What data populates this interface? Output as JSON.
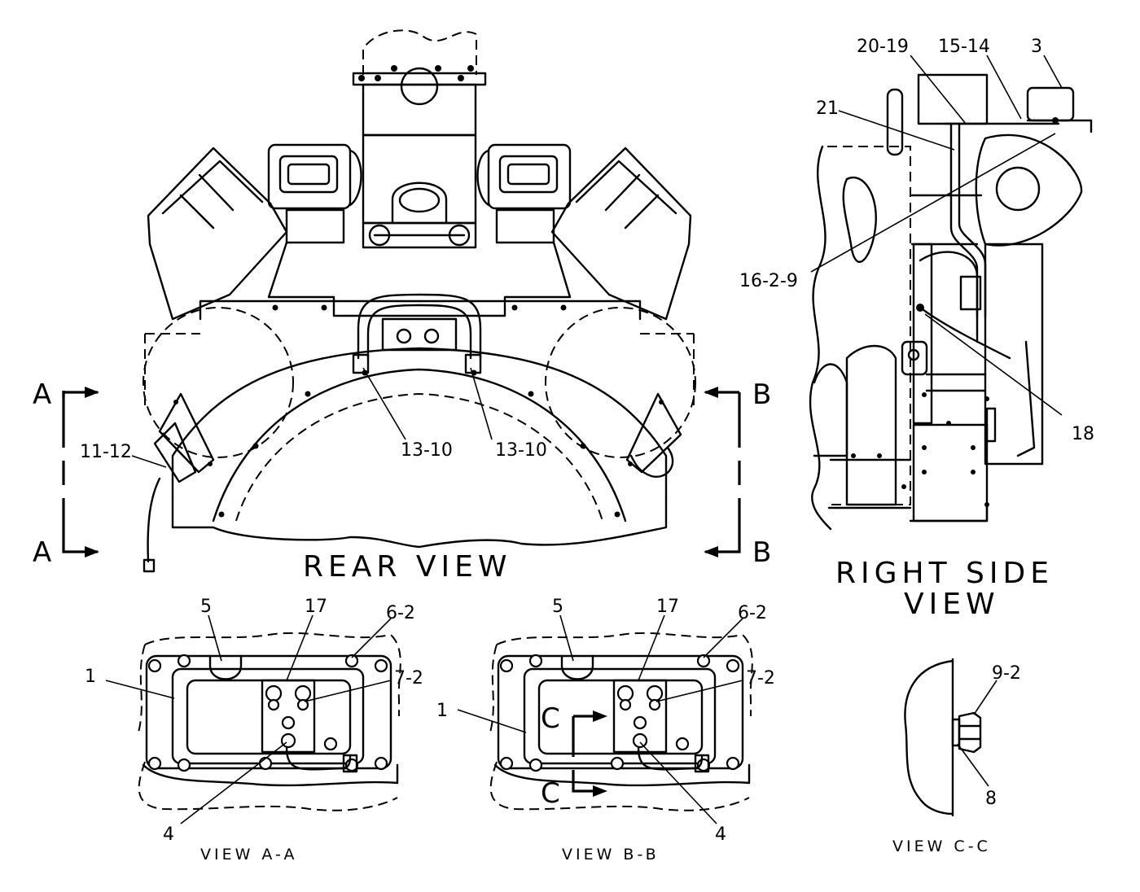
{
  "views": {
    "rear": {
      "title": "REAR VIEW"
    },
    "right_side": {
      "title_line1": "RIGHT SIDE",
      "title_line2": "VIEW"
    },
    "view_aa": {
      "title": "VIEW A-A"
    },
    "view_bb": {
      "title": "VIEW B-B"
    },
    "view_cc": {
      "title": "VIEW C-C"
    }
  },
  "section_markers": {
    "a": "A",
    "b": "B",
    "c": "C"
  },
  "callouts": {
    "rear_view": [
      "11-12",
      "13-10",
      "13-10"
    ],
    "right_side_view": [
      "20-19",
      "15-14",
      "3",
      "21",
      "16-2-9",
      "18"
    ],
    "view_aa": [
      "5",
      "17",
      "6-2",
      "1",
      "7-2",
      "4"
    ],
    "view_bb": [
      "5",
      "17",
      "6-2",
      "1",
      "7-2",
      "4"
    ],
    "view_cc": [
      "9-2",
      "8"
    ]
  },
  "icons": [
    "section-arrow-icon",
    "bolt-icon",
    "speed-sensor-icon",
    "wiring-harness-icon"
  ]
}
